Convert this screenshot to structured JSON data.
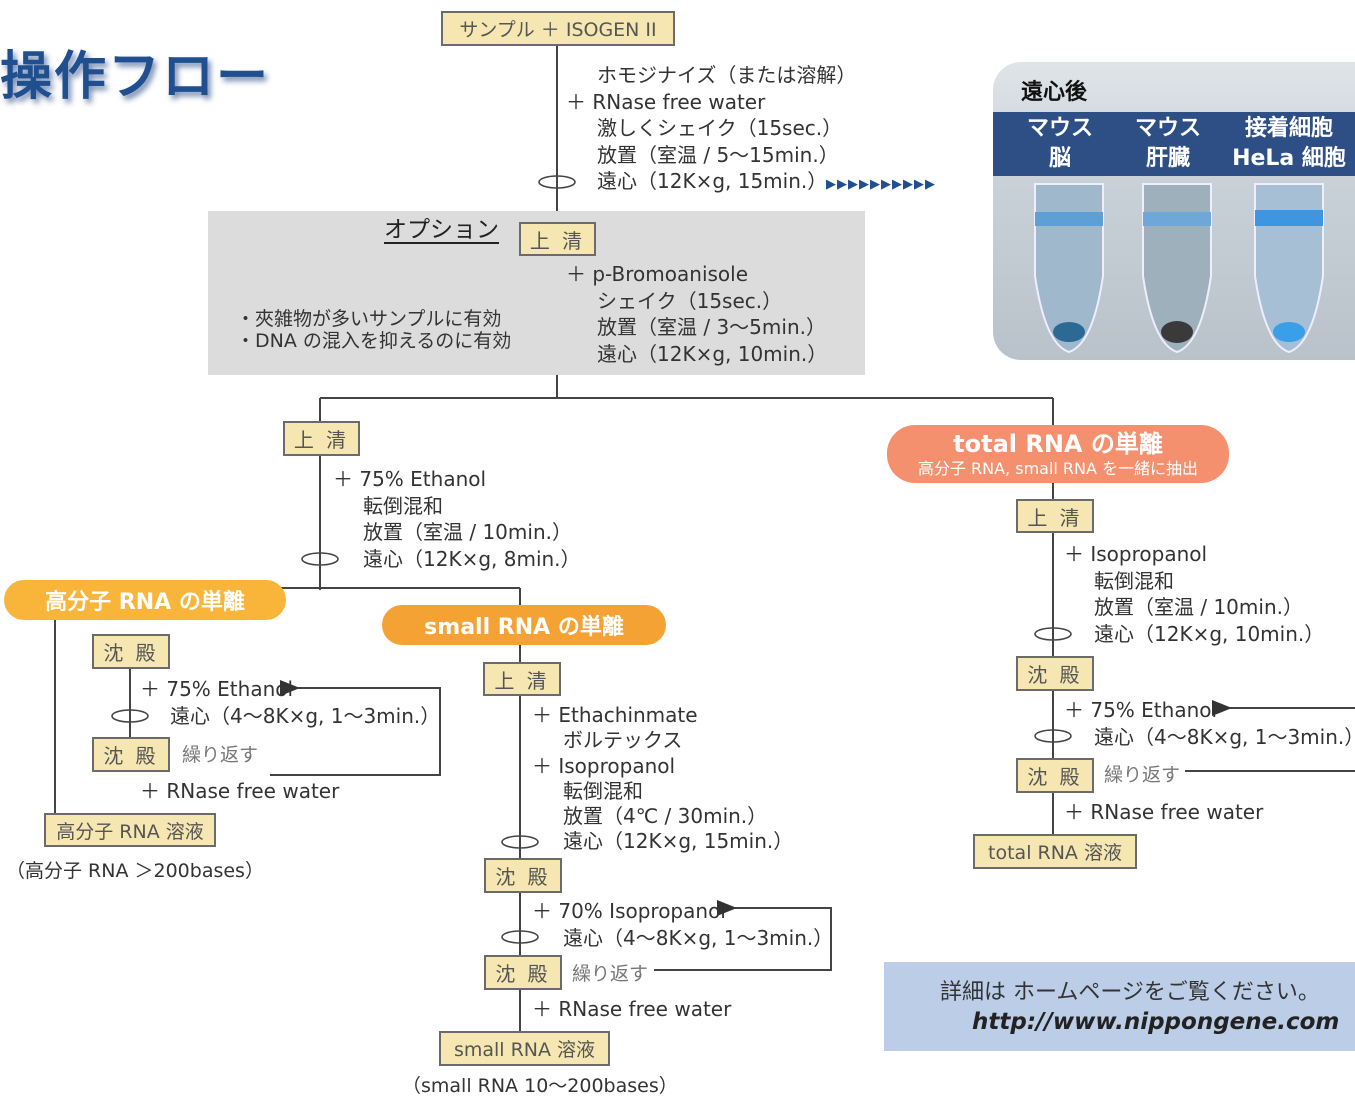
{
  "title": "操作フロー",
  "start_box": "サンプル ＋ ISOGEN II",
  "step1": [
    "ホモジナイズ（または溶解）",
    "＋ RNase free water",
    "激しくシェイク（15sec.）",
    "放置（室温 / 5〜15min.）",
    "遠心（12K×g, 15min.）"
  ],
  "arrow_marks": "▶▶▶▶▶▶▶▶▶▶",
  "photo": {
    "heading": "遠心後",
    "labels": [
      [
        "マウス",
        "脳"
      ],
      [
        "マウス",
        "肝臓"
      ],
      [
        "接着細胞",
        "HeLa 細胞"
      ]
    ],
    "pellet_colors": [
      "#2c6a94",
      "#3a3a3a",
      "#3a9ee8"
    ]
  },
  "option": {
    "label": "オプション",
    "box": "上 清",
    "steps": [
      "＋ p-Bromoanisole",
      "シェイク（15sec.）",
      "放置（室温 / 3〜5min.）",
      "遠心（12K×g, 10min.）"
    ],
    "notes": [
      "・夾雑物が多いサンプルに有効",
      "・DNA の混入を抑えるのに有効"
    ]
  },
  "left_branch": {
    "box": "上 清",
    "steps": [
      "＋ 75% Ethanol",
      "転倒混和",
      "放置（室温 / 10min.）",
      "遠心（12K×g, 8min.）"
    ]
  },
  "high_mw": {
    "pill": "高分子 RNA の単離",
    "box_precipitate": "沈 殿",
    "steps": [
      "＋ 75% Ethanol",
      "遠心（4〜8K×g, 1〜3min.）"
    ],
    "box_precipitate2": "沈 殿",
    "repeat": "繰り返す",
    "water": "＋ RNase free water",
    "final_box": "高分子 RNA 溶液",
    "note": "（高分子 RNA ＞200bases）"
  },
  "small": {
    "pill": "small RNA の単離",
    "box_supernatant": "上 清",
    "steps": [
      "＋ Ethachinmate",
      "ボルテックス",
      "＋ Isopropanol",
      "転倒混和",
      "放置（4℃ / 30min.）",
      "遠心（12K×g, 15min.）"
    ],
    "box_precipitate": "沈 殿",
    "steps2": [
      "＋ 70% Isopropanol",
      "遠心（4〜8K×g, 1〜3min.）"
    ],
    "box_precipitate2": "沈 殿",
    "repeat": "繰り返す",
    "water": "＋ RNase free water",
    "final_box": "small RNA 溶液",
    "note": "（small RNA 10〜200bases）"
  },
  "total": {
    "pill_title": "total RNA の単離",
    "pill_sub": "高分子 RNA, small RNA を一緒に抽出",
    "box_supernatant": "上 清",
    "steps": [
      "＋ Isopropanol",
      "転倒混和",
      "放置（室温 / 10min.）",
      "遠心（12K×g, 10min.）"
    ],
    "box_precipitate": "沈 殿",
    "steps2": [
      "＋ 75% Ethanol",
      "遠心（4〜8K×g, 1〜3min.）"
    ],
    "box_precipitate2": "沈 殿",
    "repeat": "繰り返す",
    "water": "＋ RNase free water",
    "final_box": "total RNA 溶液"
  },
  "info": {
    "text": "詳細は ホームページをご覧ください。",
    "url": "http://www.nippongene.com"
  }
}
